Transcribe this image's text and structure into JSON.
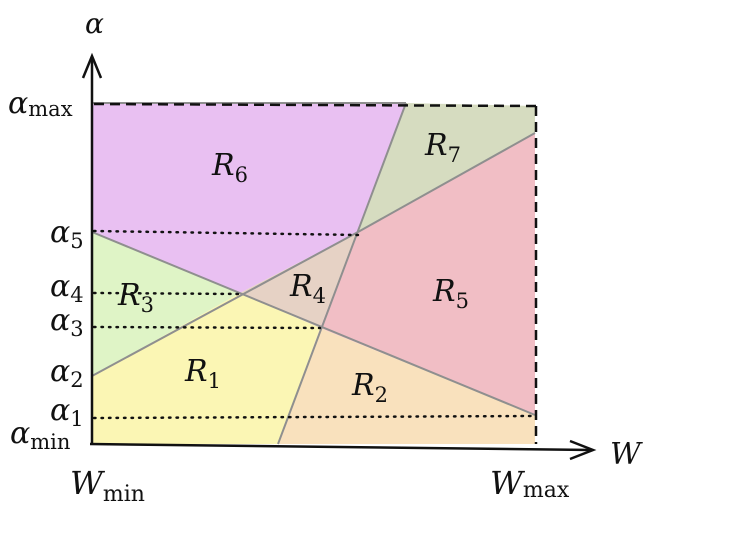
{
  "axes": {
    "y_axis_label": "α",
    "x_axis_label": "W"
  },
  "y_ticks": [
    {
      "base": "α",
      "sub": "max"
    },
    {
      "base": "α",
      "sub": "5"
    },
    {
      "base": "α",
      "sub": "4"
    },
    {
      "base": "α",
      "sub": "3"
    },
    {
      "base": "α",
      "sub": "2"
    },
    {
      "base": "α",
      "sub": "1"
    },
    {
      "base": "α",
      "sub": "min"
    }
  ],
  "x_ticks": [
    {
      "base": "W",
      "sub": "min"
    },
    {
      "base": "W",
      "sub": "max"
    }
  ],
  "regions": [
    {
      "base": "R",
      "sub": "1",
      "color": "#fbf6b4"
    },
    {
      "base": "R",
      "sub": "2",
      "color": "#f9e1bd"
    },
    {
      "base": "R",
      "sub": "3",
      "color": "#dff4c6"
    },
    {
      "base": "R",
      "sub": "4",
      "color": "#e6d2c5"
    },
    {
      "base": "R",
      "sub": "5",
      "color": "#f1bec5"
    },
    {
      "base": "R",
      "sub": "6",
      "color": "#e9c0f2"
    },
    {
      "base": "R",
      "sub": "7",
      "color": "#d6dcc0"
    }
  ]
}
